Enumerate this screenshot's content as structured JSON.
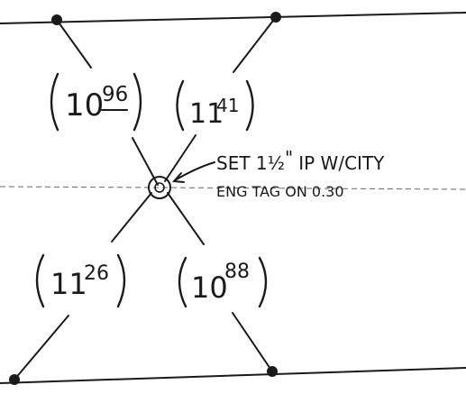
{
  "ties": [
    {
      "id": "upper-left",
      "whole": "10",
      "frac": "96",
      "frac_underlined": true
    },
    {
      "id": "upper-right",
      "whole": "11",
      "frac": "41",
      "frac_underlined": false
    },
    {
      "id": "lower-left",
      "whole": "11",
      "frac": "26",
      "frac_underlined": false
    },
    {
      "id": "lower-right",
      "whole": "10",
      "frac": "88",
      "frac_underlined": false
    }
  ],
  "monument_note": {
    "line1_pre": "SET 1",
    "line1_fraction": "½",
    "line1_inch": "\"",
    "line1_post": "IP W/CITY",
    "line2": "ENG TAG ON 0.30"
  },
  "colors": {
    "ink": "#1a1a1a",
    "paper": "#ffffff",
    "faint_line": "#666666"
  }
}
